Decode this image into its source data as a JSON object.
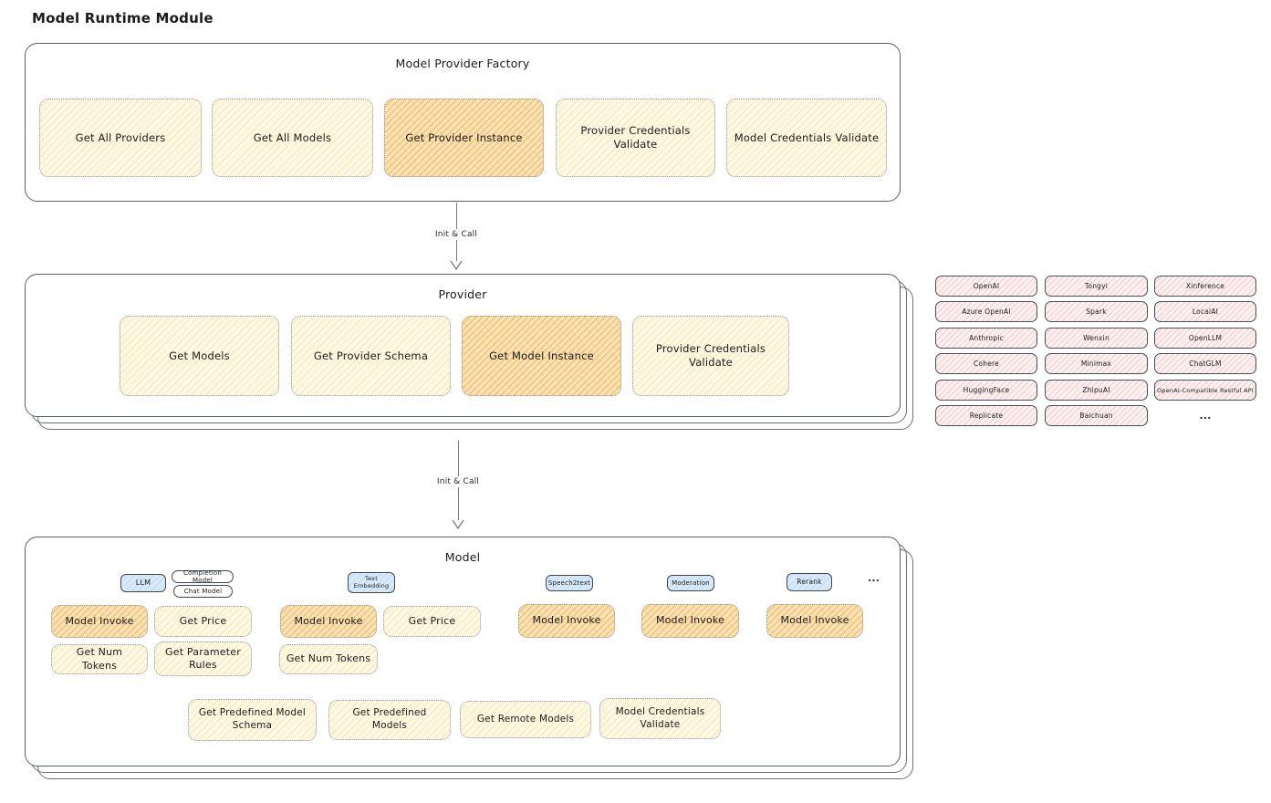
{
  "title": "Model Runtime Module",
  "flow": {
    "arrow1_label": "Init & Call",
    "arrow2_label": "Init & Call"
  },
  "factory": {
    "title": "Model Provider Factory",
    "items": [
      {
        "label": "Get All Providers",
        "highlighted": false
      },
      {
        "label": "Get All Models",
        "highlighted": false
      },
      {
        "label": "Get Provider Instance",
        "highlighted": true
      },
      {
        "label": "Provider Credentials Validate",
        "highlighted": false
      },
      {
        "label": "Model Credentials Validate",
        "highlighted": false
      }
    ]
  },
  "provider": {
    "title": "Provider",
    "items": [
      {
        "label": "Get Models",
        "highlighted": false
      },
      {
        "label": "Get Provider Schema",
        "highlighted": false
      },
      {
        "label": "Get Model Instance",
        "highlighted": true
      },
      {
        "label": "Provider Credentials Validate",
        "highlighted": false
      }
    ]
  },
  "provider_list": {
    "columns": [
      [
        "OpenAI",
        "Azure OpenAI",
        "Anthropic",
        "Cohere",
        "HuggingFace",
        "Replicate"
      ],
      [
        "Tongyi",
        "Spark",
        "Wenxin",
        "Minimax",
        "ZhipuAI",
        "Baichuan"
      ],
      [
        "Xinference",
        "LocalAI",
        "OpenLLM",
        "ChatGLM",
        "OpenAI-Compatible Restful API"
      ]
    ],
    "more": "..."
  },
  "model": {
    "title": "Model",
    "tabs": {
      "llm": "LLM",
      "completion": "Completion Model",
      "chat": "Chat Model",
      "text_embedding": "Text Embedding",
      "speech2text": "Speech2text",
      "moderation": "Moderation",
      "rerank": "Rerank",
      "more": "..."
    },
    "functions": {
      "model_invoke": "Model Invoke",
      "get_price": "Get Price",
      "get_num_tokens": "Get Num Tokens",
      "get_parameter_rules": "Get Parameter Rules",
      "get_predefined_model_schema": "Get Predefined Model Schema",
      "get_predefined_models": "Get Predefined Models",
      "get_remote_models": "Get Remote Models",
      "model_credentials_validate": "Model Credentials Validate"
    }
  },
  "colors": {
    "function_fill": "#fdf8e3",
    "highlight_fill": "#fae3b4",
    "provider_fill": "#fdf0f0",
    "tab_fill": "#d8eafa",
    "container_border": "#5a6068",
    "dotted_border": "#8d939a"
  }
}
